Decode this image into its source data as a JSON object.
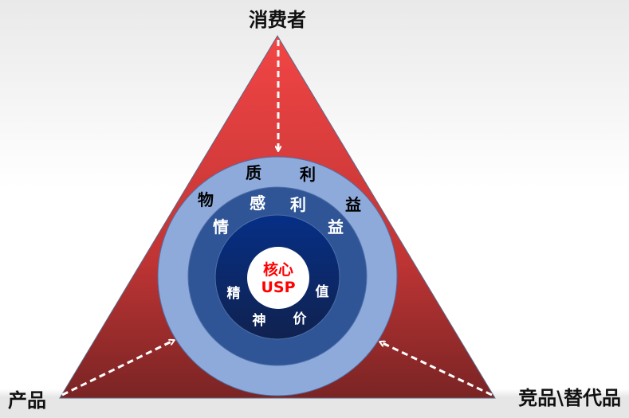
{
  "vertices": {
    "top": "消费者",
    "bottom_left": "产品",
    "bottom_right": "竞品\\替代品"
  },
  "rings": {
    "outer": [
      "物",
      "质",
      "利",
      "益"
    ],
    "middle": [
      "情",
      "感",
      "利",
      "益"
    ],
    "inner": [
      "精",
      "神",
      "价",
      "值"
    ],
    "core": {
      "line1": "核心",
      "line2": "USP"
    }
  },
  "colors": {
    "triangle_top": "#f24545",
    "triangle_bottom": "#7a2424",
    "outer_ring": "#8eaadb",
    "middle_ring": "#2f5597",
    "inner_ring": "#0f2a6e",
    "core_text": "#ff0000"
  }
}
